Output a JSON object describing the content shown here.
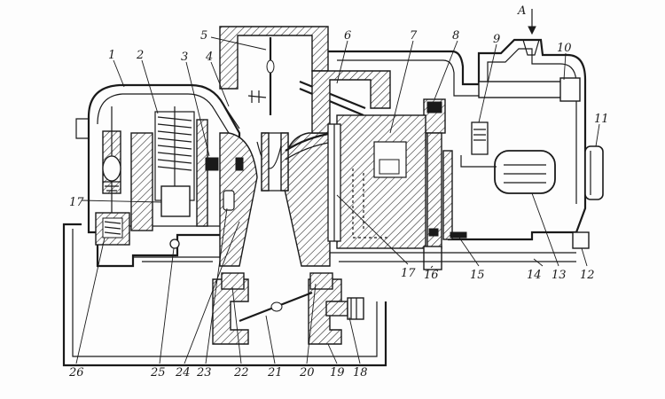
{
  "labels": [
    {
      "id": "1",
      "text": "1"
    },
    {
      "id": "2",
      "text": "2"
    },
    {
      "id": "3",
      "text": "3"
    },
    {
      "id": "4",
      "text": "4"
    },
    {
      "id": "5",
      "text": "5"
    },
    {
      "id": "6",
      "text": "6"
    },
    {
      "id": "7",
      "text": "7"
    },
    {
      "id": "8",
      "text": "8"
    },
    {
      "id": "9",
      "text": "9"
    },
    {
      "id": "10",
      "text": "10"
    },
    {
      "id": "11",
      "text": "11"
    },
    {
      "id": "12",
      "text": "12"
    },
    {
      "id": "13",
      "text": "13"
    },
    {
      "id": "14",
      "text": "14"
    },
    {
      "id": "15",
      "text": "15"
    },
    {
      "id": "16",
      "text": "16"
    },
    {
      "id": "17a",
      "text": "17"
    },
    {
      "id": "17b",
      "text": "17"
    },
    {
      "id": "18",
      "text": "18"
    },
    {
      "id": "19",
      "text": "19"
    },
    {
      "id": "20",
      "text": "20"
    },
    {
      "id": "21",
      "text": "21"
    },
    {
      "id": "22",
      "text": "22"
    },
    {
      "id": "23",
      "text": "23"
    },
    {
      "id": "24",
      "text": "24"
    },
    {
      "id": "25",
      "text": "25"
    },
    {
      "id": "26",
      "text": "26"
    },
    {
      "id": "A",
      "text": "A"
    }
  ],
  "colors": {
    "ink": "#1a1a1a",
    "paper": "#fdfdfd"
  }
}
